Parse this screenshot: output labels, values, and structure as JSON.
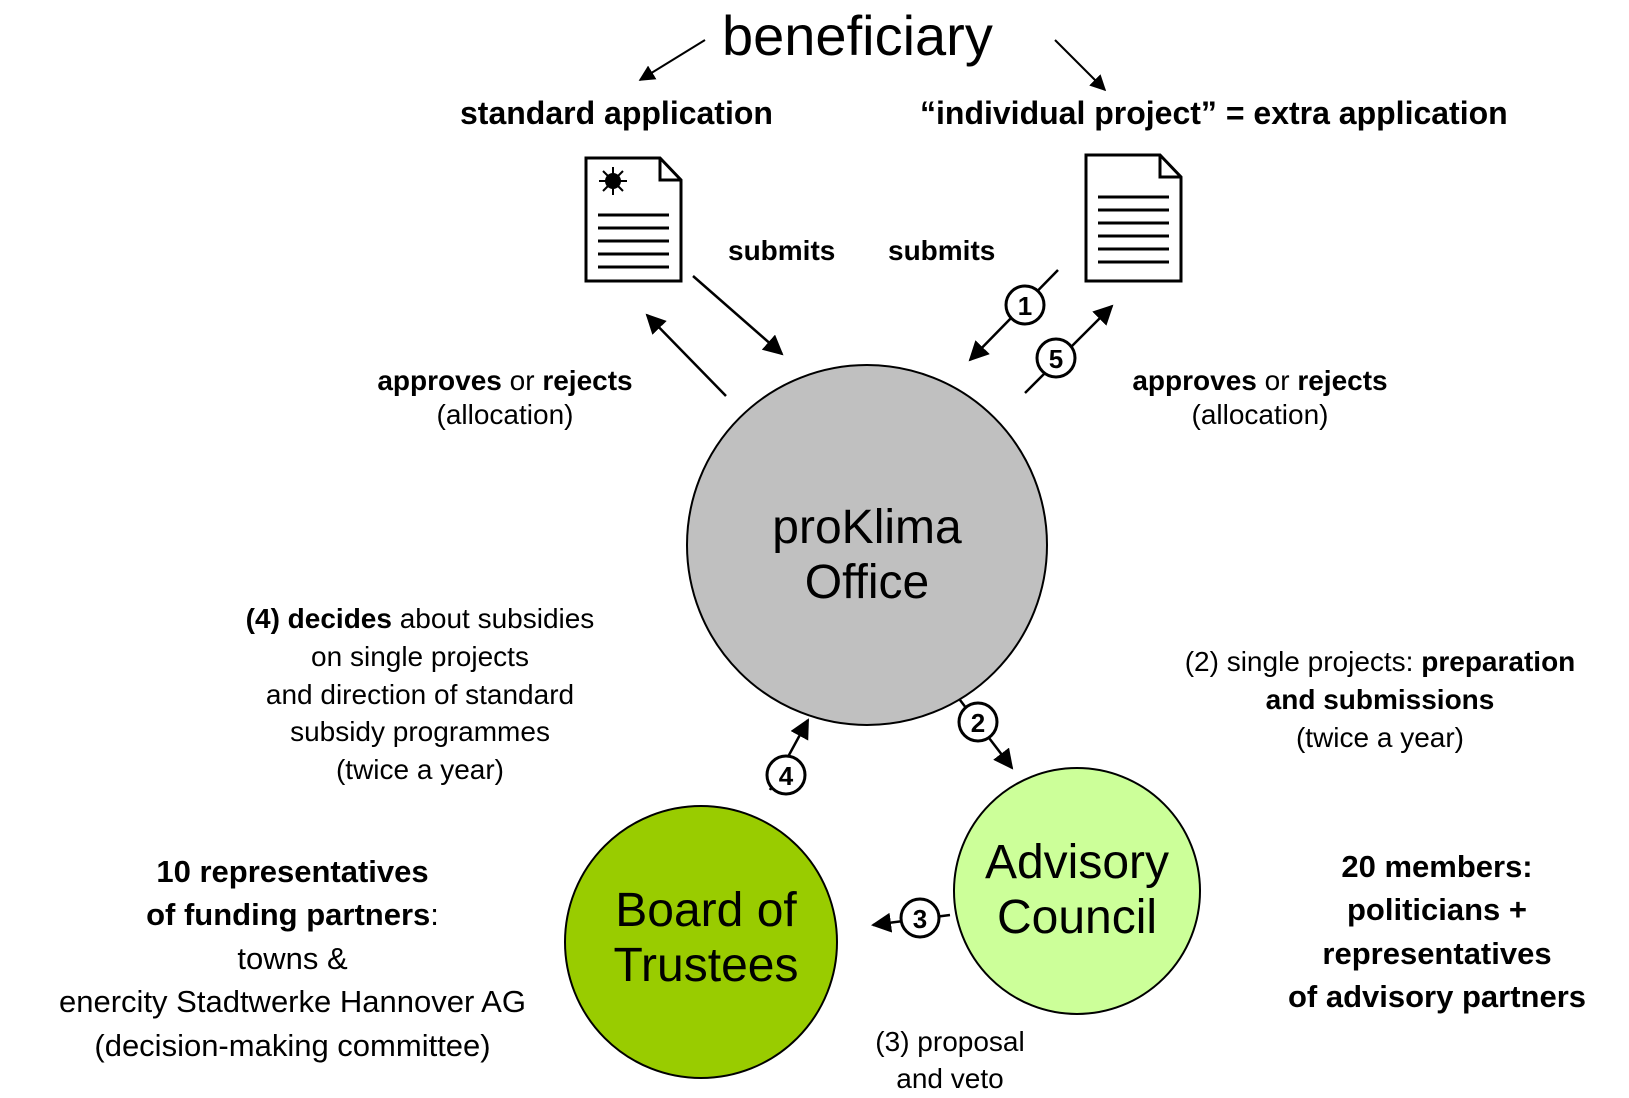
{
  "title": "beneficiary",
  "standard_application": "standard application",
  "individual_project": "“individual project” = extra application",
  "submits_left": "submits",
  "submits_right": "submits",
  "approves_left": {
    "approves": "approves",
    "or": " or ",
    "rejects": "rejects",
    "allocation": "(allocation)"
  },
  "approves_right": {
    "approves": "approves",
    "or": " or ",
    "rejects": "rejects",
    "allocation": "(allocation)"
  },
  "office": {
    "line1": "proKlima",
    "line2": "Office",
    "color": "#c0c0c0"
  },
  "board": {
    "line1": "Board of",
    "line2": "Trustees",
    "color": "#99cc00"
  },
  "council": {
    "line1": "Advisory",
    "line2": "Council",
    "color": "#ccff99"
  },
  "decides": {
    "bold": "(4) decides",
    "rest": " about subsidies",
    "line2": "on single projects",
    "line3": "and direction of standard",
    "line4": "subsidy programmes",
    "line5": "(twice a year)"
  },
  "single_projects": {
    "prefix": "(2) single projects: ",
    "bold1": "preparation",
    "bold2": "and submissions",
    "line3": "(twice a year)"
  },
  "board_members": {
    "line1": "10 representatives",
    "line2_bold": "of funding partners",
    "line2_rest": ":",
    "line3": "towns &",
    "line4": "enercity Stadtwerke Hannover AG",
    "line5": "(decision-making committee)"
  },
  "council_members": {
    "line1": "20 members:",
    "line2": "politicians +",
    "line3": "representatives",
    "line4": "of advisory partners"
  },
  "proposal": {
    "line1": "(3) proposal",
    "line2": "and veto"
  },
  "steps": {
    "s1": "1",
    "s2": "2",
    "s3": "3",
    "s4": "4",
    "s5": "5"
  }
}
